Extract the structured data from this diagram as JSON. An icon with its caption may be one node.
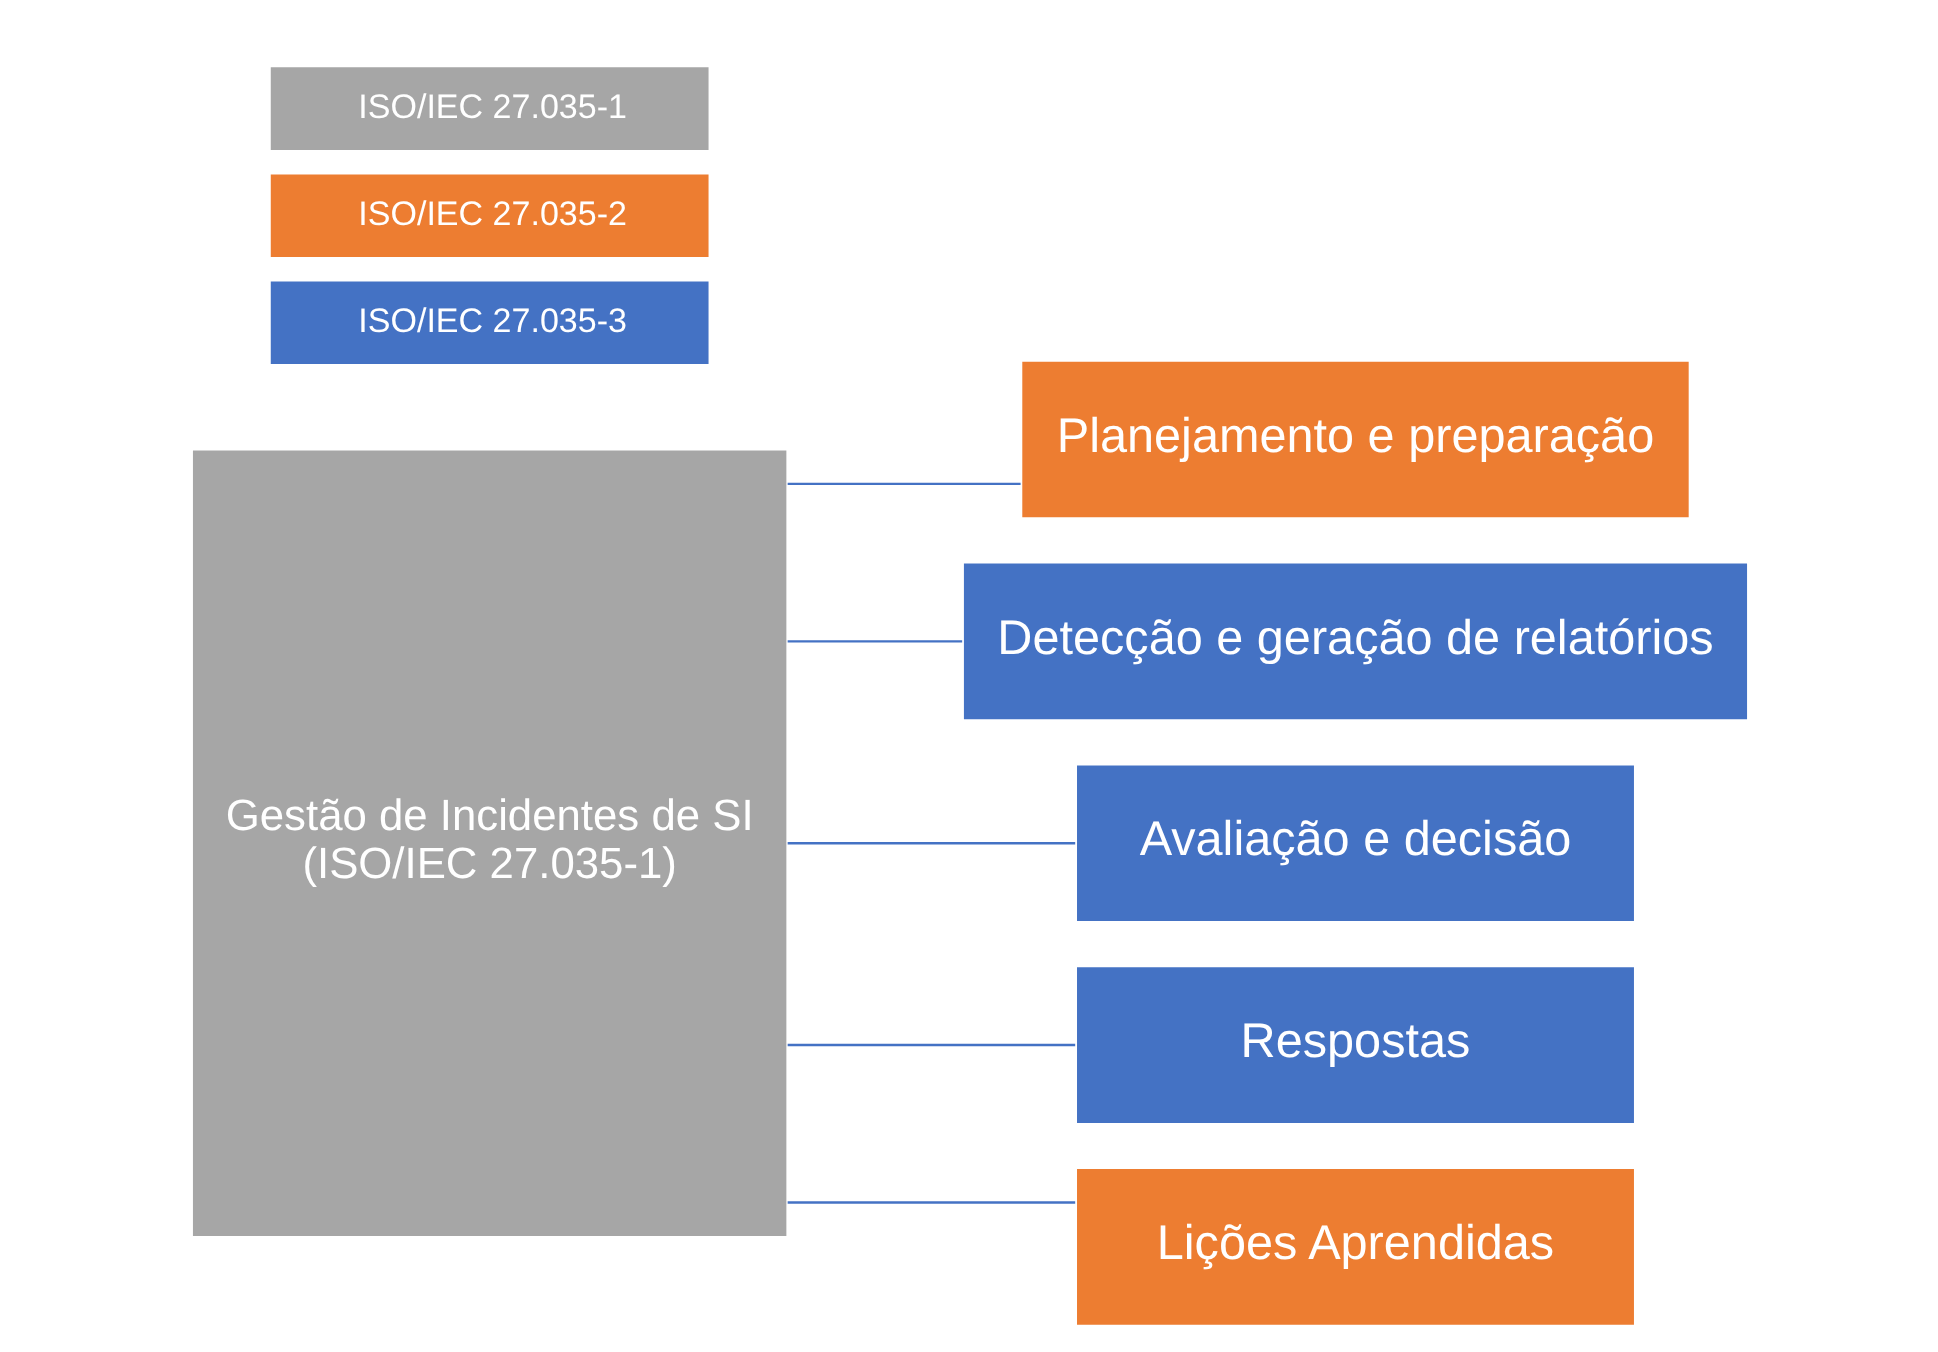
{
  "diagram": {
    "nodes": [
      {
        "text": [
          "Gestão de Incidentes de SI",
          "(ISO/IEC 27.035-1)"
        ]
      },
      {
        "text": [
          "Planejamento e preparação"
        ]
      },
      {
        "text": [
          "Detecção e geração de relatórios"
        ]
      },
      {
        "text": [
          "Avaliação e decisão"
        ]
      },
      {
        "text": [
          "Respostas"
        ]
      },
      {
        "text": [
          "Lições Aprendidas"
        ]
      }
    ],
    "edges": [
      {
        "from": 0,
        "to": 1,
        "arrow": "none"
      },
      {
        "from": 0,
        "to": 2,
        "arrow": "none"
      },
      {
        "from": 0,
        "to": 3,
        "arrow": "none"
      },
      {
        "from": 0,
        "to": 4,
        "arrow": "none"
      },
      {
        "from": 0,
        "to": 5,
        "arrow": "none"
      }
    ],
    "legend": [
      {
        "text": "ISO/IEC 27.035-1",
        "color": "#a6a6a6"
      },
      {
        "text": "ISO/IEC 27.035-2",
        "color": "#ed7d31"
      },
      {
        "text": "ISO/IEC 27.035-3",
        "color": "#4472c4"
      }
    ]
  }
}
